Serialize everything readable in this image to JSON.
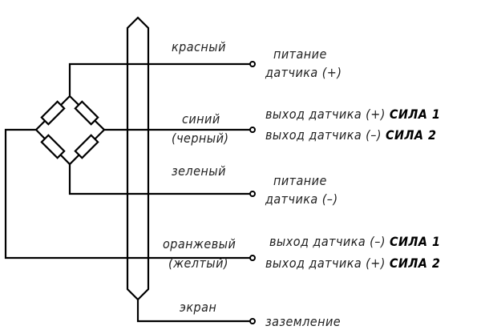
{
  "wires": {
    "red": "красный",
    "blue": "синий",
    "black": "(черный)",
    "green": "зеленый",
    "orange": "оранжевый",
    "yellow": "(желтый)",
    "shield": "экран"
  },
  "terminals": {
    "supply_plus_1": "питание",
    "supply_plus_2": "датчика (+)",
    "out1_text": "выход датчика (+)",
    "out1_tag": "СИЛА 1",
    "out2_text": "выход датчика (–)",
    "out2_tag": "СИЛА 2",
    "supply_minus_1": "питание",
    "supply_minus_2": "датчика (–)",
    "out3_text": "выход датчика (–)",
    "out3_tag": "СИЛА 1",
    "out4_text": "выход датчика (+)",
    "out4_tag": "СИЛА 2",
    "ground": "заземление"
  }
}
